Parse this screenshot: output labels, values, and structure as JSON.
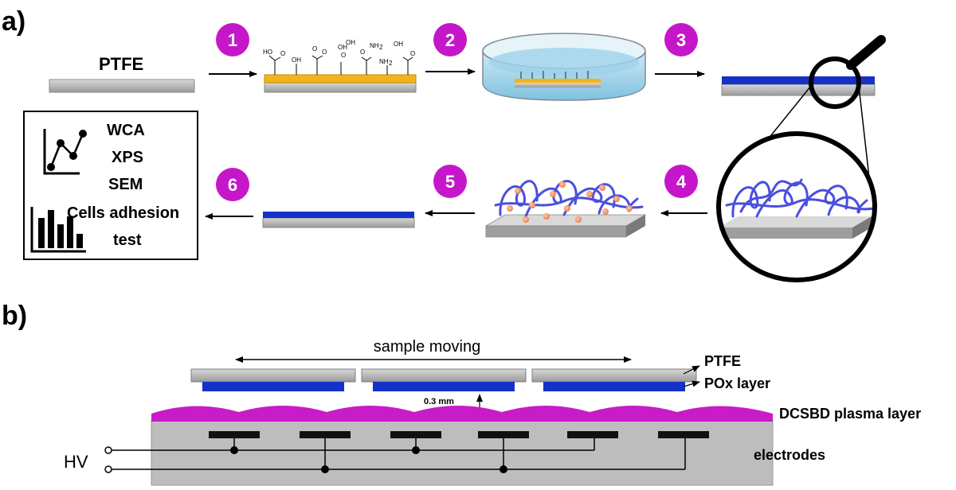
{
  "panel_a": {
    "label": "a)",
    "ptfe_label": "PTFE",
    "steps": [
      "1",
      "2",
      "3",
      "4",
      "5",
      "6"
    ],
    "characterization": {
      "items": [
        "WCA",
        "XPS",
        "SEM",
        "Cells adhesion",
        "test"
      ]
    },
    "chem_groups": [
      "HO",
      "O",
      "OH",
      "O",
      "O",
      "OH",
      "O",
      "OH",
      "O",
      "NH",
      "2",
      "NH",
      "2",
      "OH",
      "O"
    ],
    "colors": {
      "step_circle": "#C517C9",
      "gold_layer": "#F2B419",
      "pox_layer": "#1432C8",
      "substrate": "#A8A8A8",
      "polymer_chain": "#4A4FE0",
      "nanoparticle": "#F08A58"
    }
  },
  "panel_b": {
    "label": "b)",
    "sample_moving": "sample moving",
    "gap": "0.3 mm",
    "ptfe": "PTFE",
    "pox_layer": "POx layer",
    "plasma_layer": "DCSBD plasma layer",
    "hv": "HV",
    "electrodes": "electrodes",
    "colors": {
      "plasma": "#C81CC8",
      "dielectric": "#BDBDBD",
      "electrode": "#111111"
    }
  }
}
